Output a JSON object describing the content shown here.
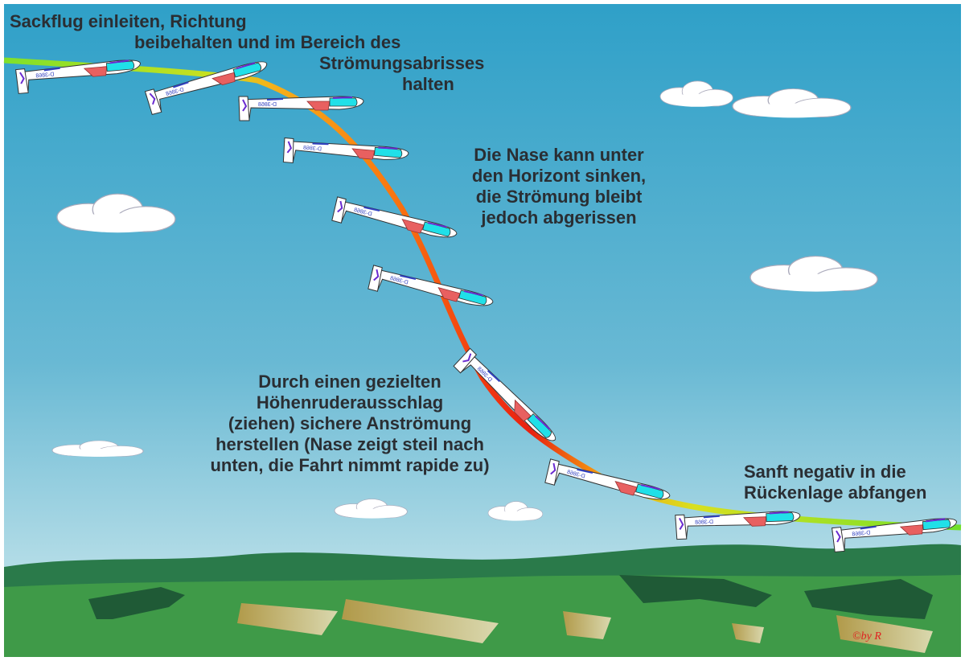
{
  "colors": {
    "sky_top": "#2fa0c8",
    "sky_bottom": "#cde8ee",
    "hills_dark": "#236b45",
    "ground": "#3f9a48",
    "text": "#2a2e33",
    "signature": "#e02020"
  },
  "glider_registration": "D-3868",
  "signature": "© by R",
  "annotations": {
    "step1": [
      "Sackflug einleiten, Richtung",
      "beibehalten und im Bereich des",
      "Strömungsabrisses",
      "halten"
    ],
    "step2": [
      "Die Nase kann unter",
      "den Horizont sinken,",
      "die Strömung bleibt",
      "jedoch abgerissen"
    ],
    "step3": [
      "Durch einen gezielten",
      "Höhenruderausschlag",
      "(ziehen) sichere Anströmung",
      "herstellen (Nase zeigt steil nach",
      "unten, die Fahrt nimmt rapide zu)"
    ],
    "step4": [
      "Sanft negativ in die",
      "Rückenlage abfangen"
    ]
  }
}
